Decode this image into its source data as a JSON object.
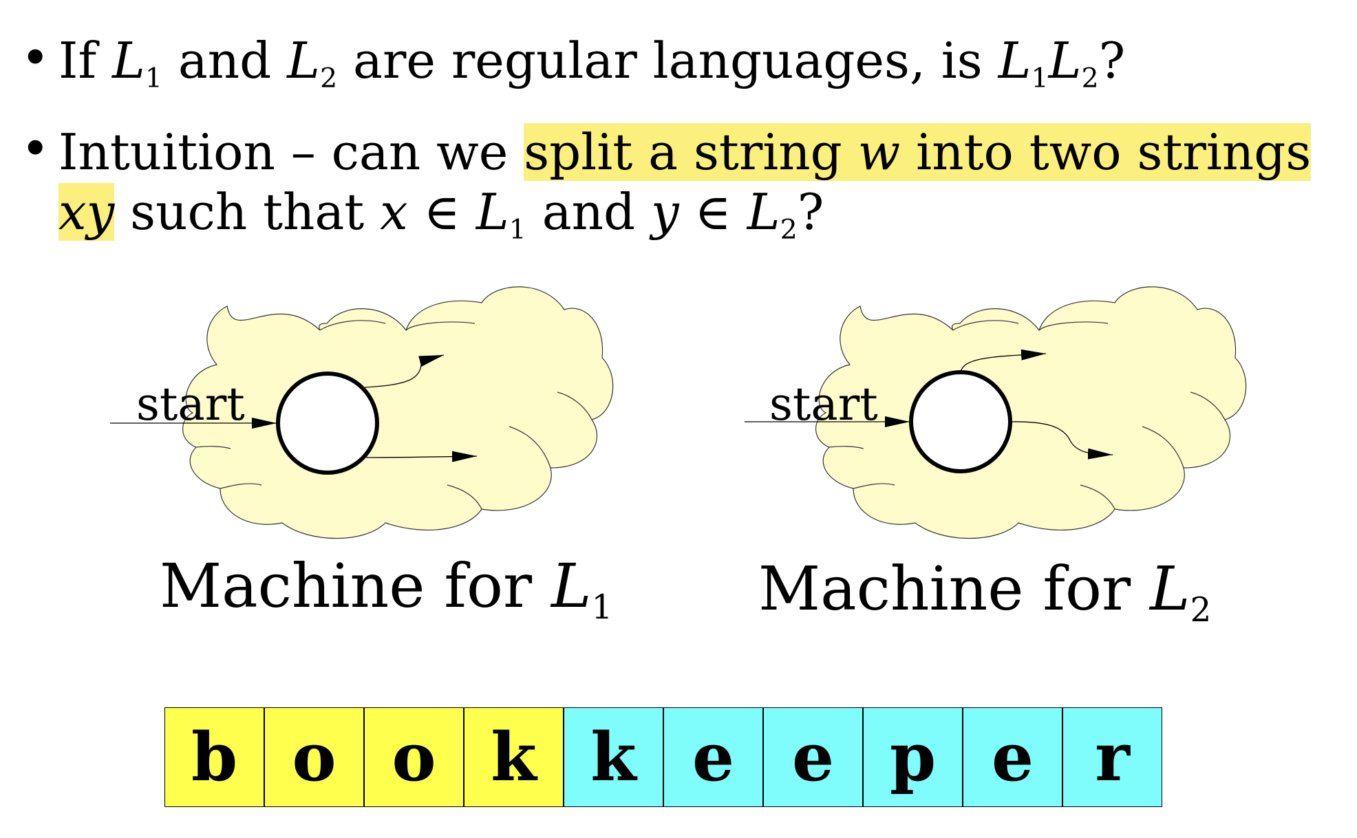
{
  "bullet_glyph": "•",
  "bullets": [
    {
      "p1": "If ",
      "L1": "L",
      "s1": "1",
      "p2": " and ",
      "L2": "L",
      "s2": "2",
      "p3": " are regular languages, is ",
      "L3": "L",
      "s3": "1",
      "L4": "L",
      "s4": "2",
      "p4": "?"
    },
    {
      "p1": "Intuition – can we ",
      "h1": "split a string ",
      "w": "w",
      "h2": " into two strings ",
      "xy": "xy",
      "p2": " such that ",
      "x": "x",
      "p3": " ∈ ",
      "L1": "L",
      "s1": "1",
      "p4": " and ",
      "y": "y",
      "p5": " ∈ ",
      "L2": "L",
      "s2": "2",
      "p6": "?"
    }
  ],
  "machines": [
    {
      "start_label": "start",
      "caption": "Machine for ",
      "var": "L",
      "sub": "1"
    },
    {
      "start_label": "start",
      "caption": "Machine for ",
      "var": "L",
      "sub": "2"
    }
  ],
  "tape": {
    "cells": [
      {
        "ch": "b",
        "part": "x"
      },
      {
        "ch": "o",
        "part": "x"
      },
      {
        "ch": "o",
        "part": "x"
      },
      {
        "ch": "k",
        "part": "x"
      },
      {
        "ch": "k",
        "part": "y"
      },
      {
        "ch": "e",
        "part": "y"
      },
      {
        "ch": "e",
        "part": "y"
      },
      {
        "ch": "p",
        "part": "y"
      },
      {
        "ch": "e",
        "part": "y"
      },
      {
        "ch": "r",
        "part": "y"
      }
    ]
  },
  "colors": {
    "highlight": "#fbef7e",
    "cloud_fill": "#fffccc",
    "x_cells": "#ffff4d",
    "y_cells": "#7ffcfc"
  }
}
